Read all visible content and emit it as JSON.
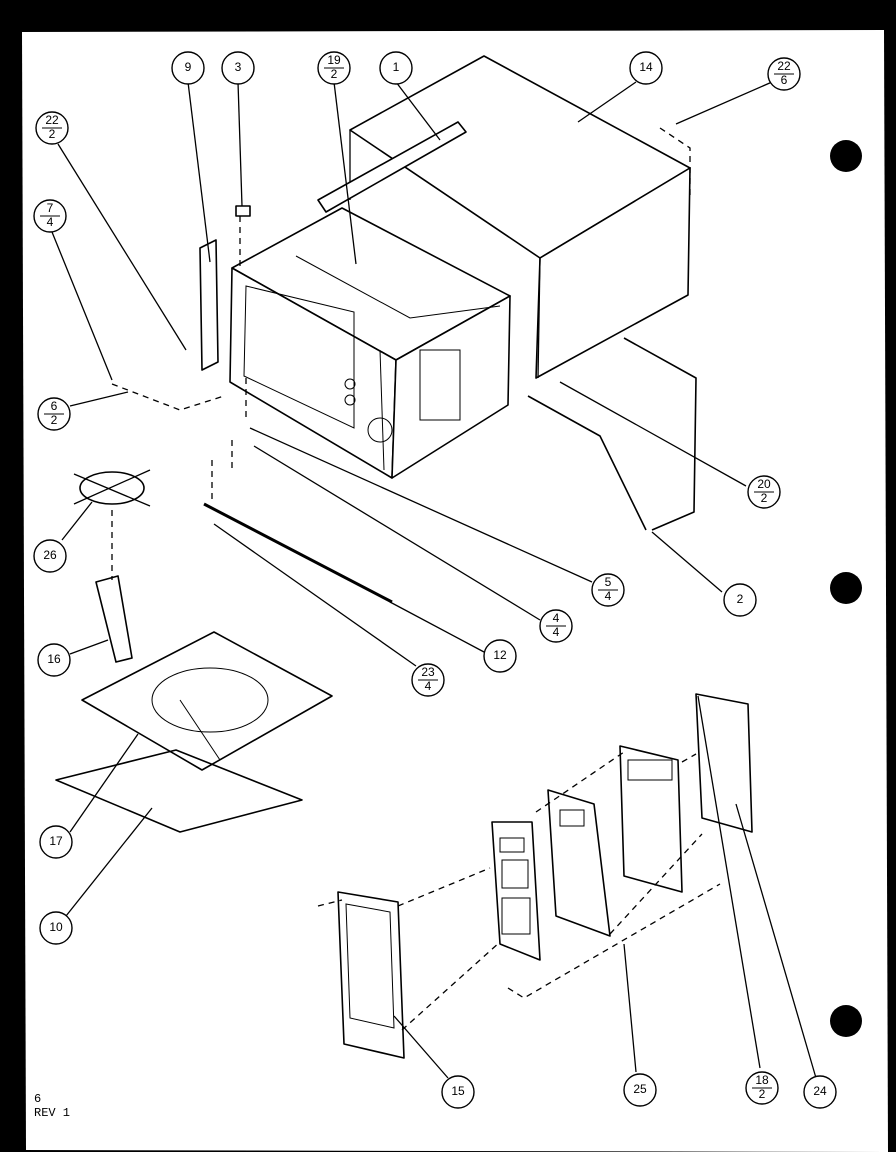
{
  "callouts": [
    {
      "id": "c-9",
      "top": "9"
    },
    {
      "id": "c-3",
      "top": "3"
    },
    {
      "id": "c-19-2",
      "top": "19",
      "bottom": "2"
    },
    {
      "id": "c-1",
      "top": "1"
    },
    {
      "id": "c-14",
      "top": "14"
    },
    {
      "id": "c-22-6",
      "top": "22",
      "bottom": "6"
    },
    {
      "id": "c-22-2",
      "top": "22",
      "bottom": "2"
    },
    {
      "id": "c-7-4",
      "top": "7",
      "bottom": "4"
    },
    {
      "id": "c-6-2",
      "top": "6",
      "bottom": "2"
    },
    {
      "id": "c-26",
      "top": "26"
    },
    {
      "id": "c-16",
      "top": "16"
    },
    {
      "id": "c-17",
      "top": "17"
    },
    {
      "id": "c-10",
      "top": "10"
    },
    {
      "id": "c-20-2",
      "top": "20",
      "bottom": "2"
    },
    {
      "id": "c-2",
      "top": "2"
    },
    {
      "id": "c-5-4",
      "top": "5",
      "bottom": "4"
    },
    {
      "id": "c-4-4",
      "top": "4",
      "bottom": "4"
    },
    {
      "id": "c-12",
      "top": "12"
    },
    {
      "id": "c-23-4",
      "top": "23",
      "bottom": "4"
    },
    {
      "id": "c-15",
      "top": "15"
    },
    {
      "id": "c-25",
      "top": "25"
    },
    {
      "id": "c-18-2",
      "top": "18",
      "bottom": "2"
    },
    {
      "id": "c-24",
      "top": "24"
    }
  ],
  "footer": {
    "line1": "6",
    "line2": "REV 1"
  }
}
